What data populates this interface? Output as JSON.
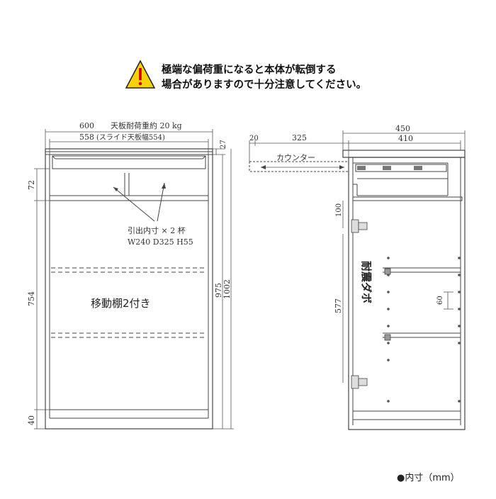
{
  "warning": {
    "line1": "極端な偏荷重になると本体が転倒する",
    "line2": "場合がありますので十分注意してください。"
  },
  "front": {
    "width": "600",
    "top_load": "天板耐荷重約 20 kg",
    "inner_width": "558",
    "slide_note": "(スライド天板幅554)",
    "dim_27": "27",
    "dim_72": "72",
    "dim_754": "754",
    "dim_40": "40",
    "dim_975": "975",
    "dim_1002": "1002",
    "drawer_note_1": "引出内寸 × 2 杯",
    "drawer_note_2": "W240  D325  H55",
    "shelf_label": "移動棚2付き"
  },
  "side": {
    "dim_20": "20",
    "dim_325": "325",
    "dim_450": "450",
    "dim_410": "410",
    "counter_label": "カウンター",
    "dim_100": "100",
    "dim_577": "577",
    "dim_60": "60",
    "quake_label": "耐震ダボ"
  },
  "unit_note": "●内寸（mm）",
  "colors": {
    "line": "#444444",
    "warning_fill": "#f5d20a"
  }
}
